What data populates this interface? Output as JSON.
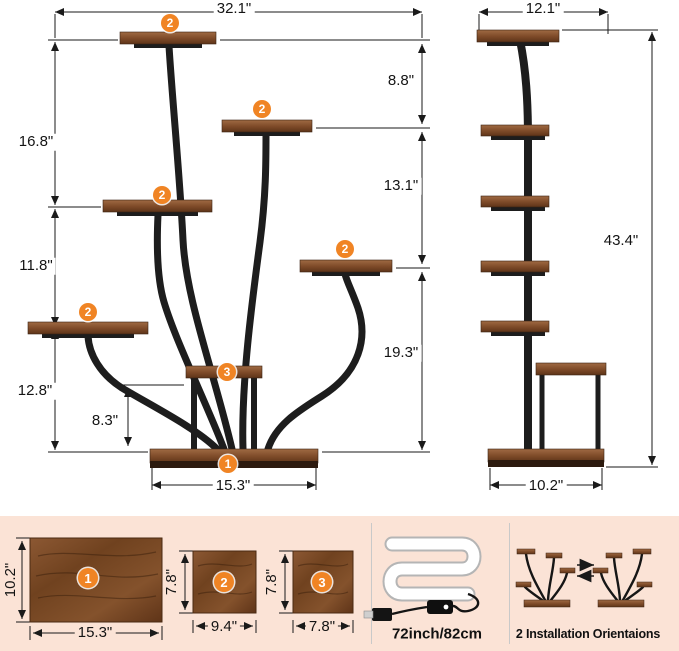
{
  "front_view": {
    "width": "32.1\"",
    "left_segments": {
      "s1": "16.8\"",
      "s2": "11.8\"",
      "s3": "12.8\""
    },
    "inner": "8.3\"",
    "right_segments": {
      "s1": "8.8\"",
      "s2": "13.1\"",
      "s3": "19.3\""
    },
    "base_width": "15.3\""
  },
  "side_view": {
    "width": "12.1\"",
    "height": "43.4\"",
    "base_width": "10.2\""
  },
  "badges": {
    "one": "1",
    "two": "2",
    "three": "3"
  },
  "shelf_panels": [
    {
      "badge": "1",
      "width": "15.3\"",
      "depth": "10.2\""
    },
    {
      "badge": "2",
      "width": "9.4\"",
      "depth": "7.8\""
    },
    {
      "badge": "3",
      "width": "7.8\"",
      "depth": "7.8\""
    }
  ],
  "led_strip": {
    "length": "72inch/82cm"
  },
  "installation": {
    "caption": "2 Installation Orientaions"
  },
  "colors": {
    "accent_orange": "#f08424",
    "wood_dark": "#6d3f22",
    "wood_light": "#9c6741",
    "frame_black": "#1d1d1d",
    "panel_bg": "#fbe3d6"
  }
}
